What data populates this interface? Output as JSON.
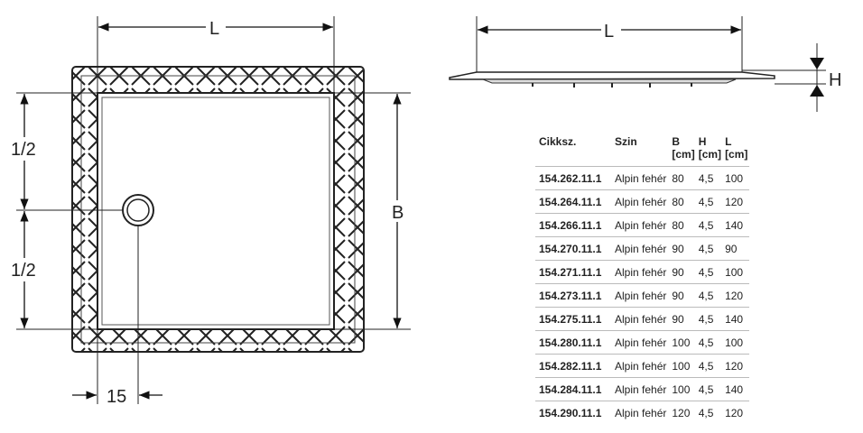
{
  "drawing": {
    "plan_labels": {
      "length": "L",
      "width": "B",
      "half_top": "1/2",
      "half_bottom": "1/2",
      "drain_offset": "15"
    },
    "side_labels": {
      "length": "L",
      "height": "H"
    }
  },
  "table": {
    "headers": {
      "code": "Cikksz.",
      "color": "Szin",
      "b": "B",
      "b_unit": "[cm]",
      "h": "H",
      "h_unit": "[cm]",
      "l": "L",
      "l_unit": "[cm]"
    },
    "rows": [
      {
        "code": "154.262.11.1",
        "color": "Alpin fehér",
        "b": "80",
        "h": "4,5",
        "l": "100"
      },
      {
        "code": "154.264.11.1",
        "color": "Alpin fehér",
        "b": "80",
        "h": "4,5",
        "l": "120"
      },
      {
        "code": "154.266.11.1",
        "color": "Alpin fehér",
        "b": "80",
        "h": "4,5",
        "l": "140"
      },
      {
        "code": "154.270.11.1",
        "color": "Alpin fehér",
        "b": "90",
        "h": "4,5",
        "l": "90"
      },
      {
        "code": "154.271.11.1",
        "color": "Alpin fehér",
        "b": "90",
        "h": "4,5",
        "l": "100"
      },
      {
        "code": "154.273.11.1",
        "color": "Alpin fehér",
        "b": "90",
        "h": "4,5",
        "l": "120"
      },
      {
        "code": "154.275.11.1",
        "color": "Alpin fehér",
        "b": "90",
        "h": "4,5",
        "l": "140"
      },
      {
        "code": "154.280.11.1",
        "color": "Alpin fehér",
        "b": "100",
        "h": "4,5",
        "l": "100"
      },
      {
        "code": "154.282.11.1",
        "color": "Alpin fehér",
        "b": "100",
        "h": "4,5",
        "l": "120"
      },
      {
        "code": "154.284.11.1",
        "color": "Alpin fehér",
        "b": "100",
        "h": "4,5",
        "l": "140"
      },
      {
        "code": "154.290.11.1",
        "color": "Alpin fehér",
        "b": "120",
        "h": "4,5",
        "l": "120"
      }
    ]
  }
}
